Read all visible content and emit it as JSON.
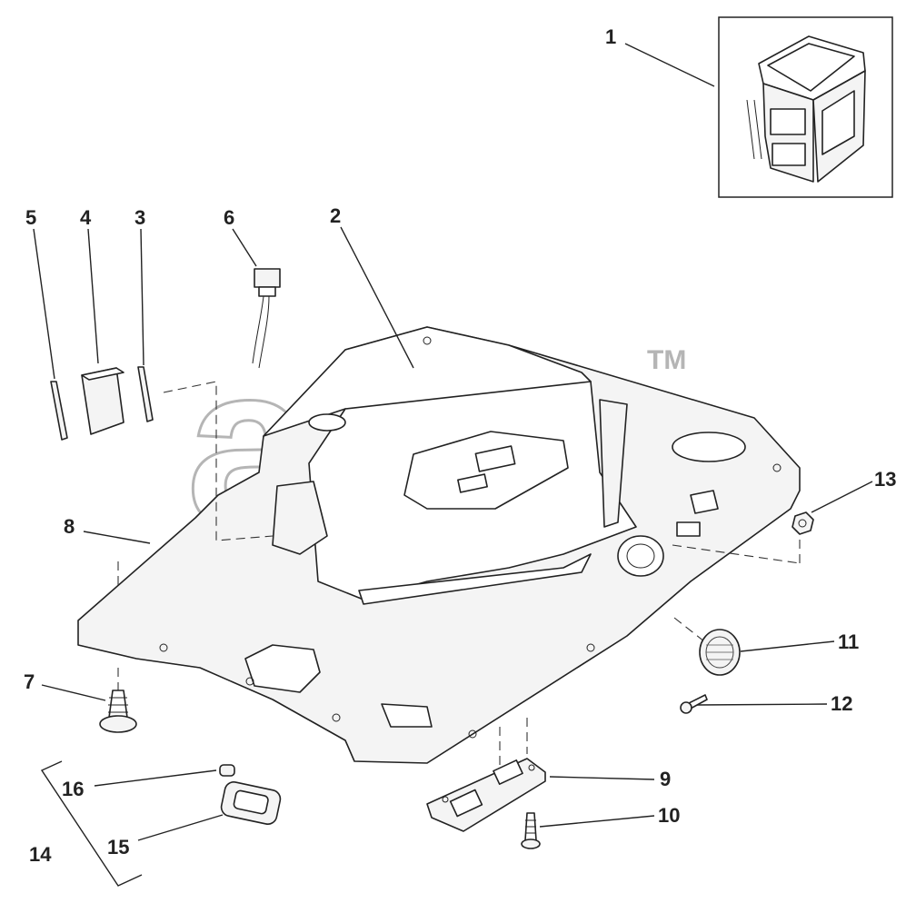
{
  "diagram": {
    "callouts": [
      {
        "id": "c1",
        "label": "1"
      },
      {
        "id": "c2",
        "label": "2"
      },
      {
        "id": "c3",
        "label": "3"
      },
      {
        "id": "c4",
        "label": "4"
      },
      {
        "id": "c5",
        "label": "5"
      },
      {
        "id": "c6",
        "label": "6"
      },
      {
        "id": "c7",
        "label": "7"
      },
      {
        "id": "c8",
        "label": "8"
      },
      {
        "id": "c9",
        "label": "9"
      },
      {
        "id": "c10",
        "label": "10"
      },
      {
        "id": "c11",
        "label": "11"
      },
      {
        "id": "c12",
        "label": "12"
      },
      {
        "id": "c13",
        "label": "13"
      },
      {
        "id": "c14",
        "label": "14"
      },
      {
        "id": "c15",
        "label": "15"
      },
      {
        "id": "c16",
        "label": "16"
      }
    ],
    "watermark": {
      "text": "auto",
      "trademark": "TM"
    }
  }
}
